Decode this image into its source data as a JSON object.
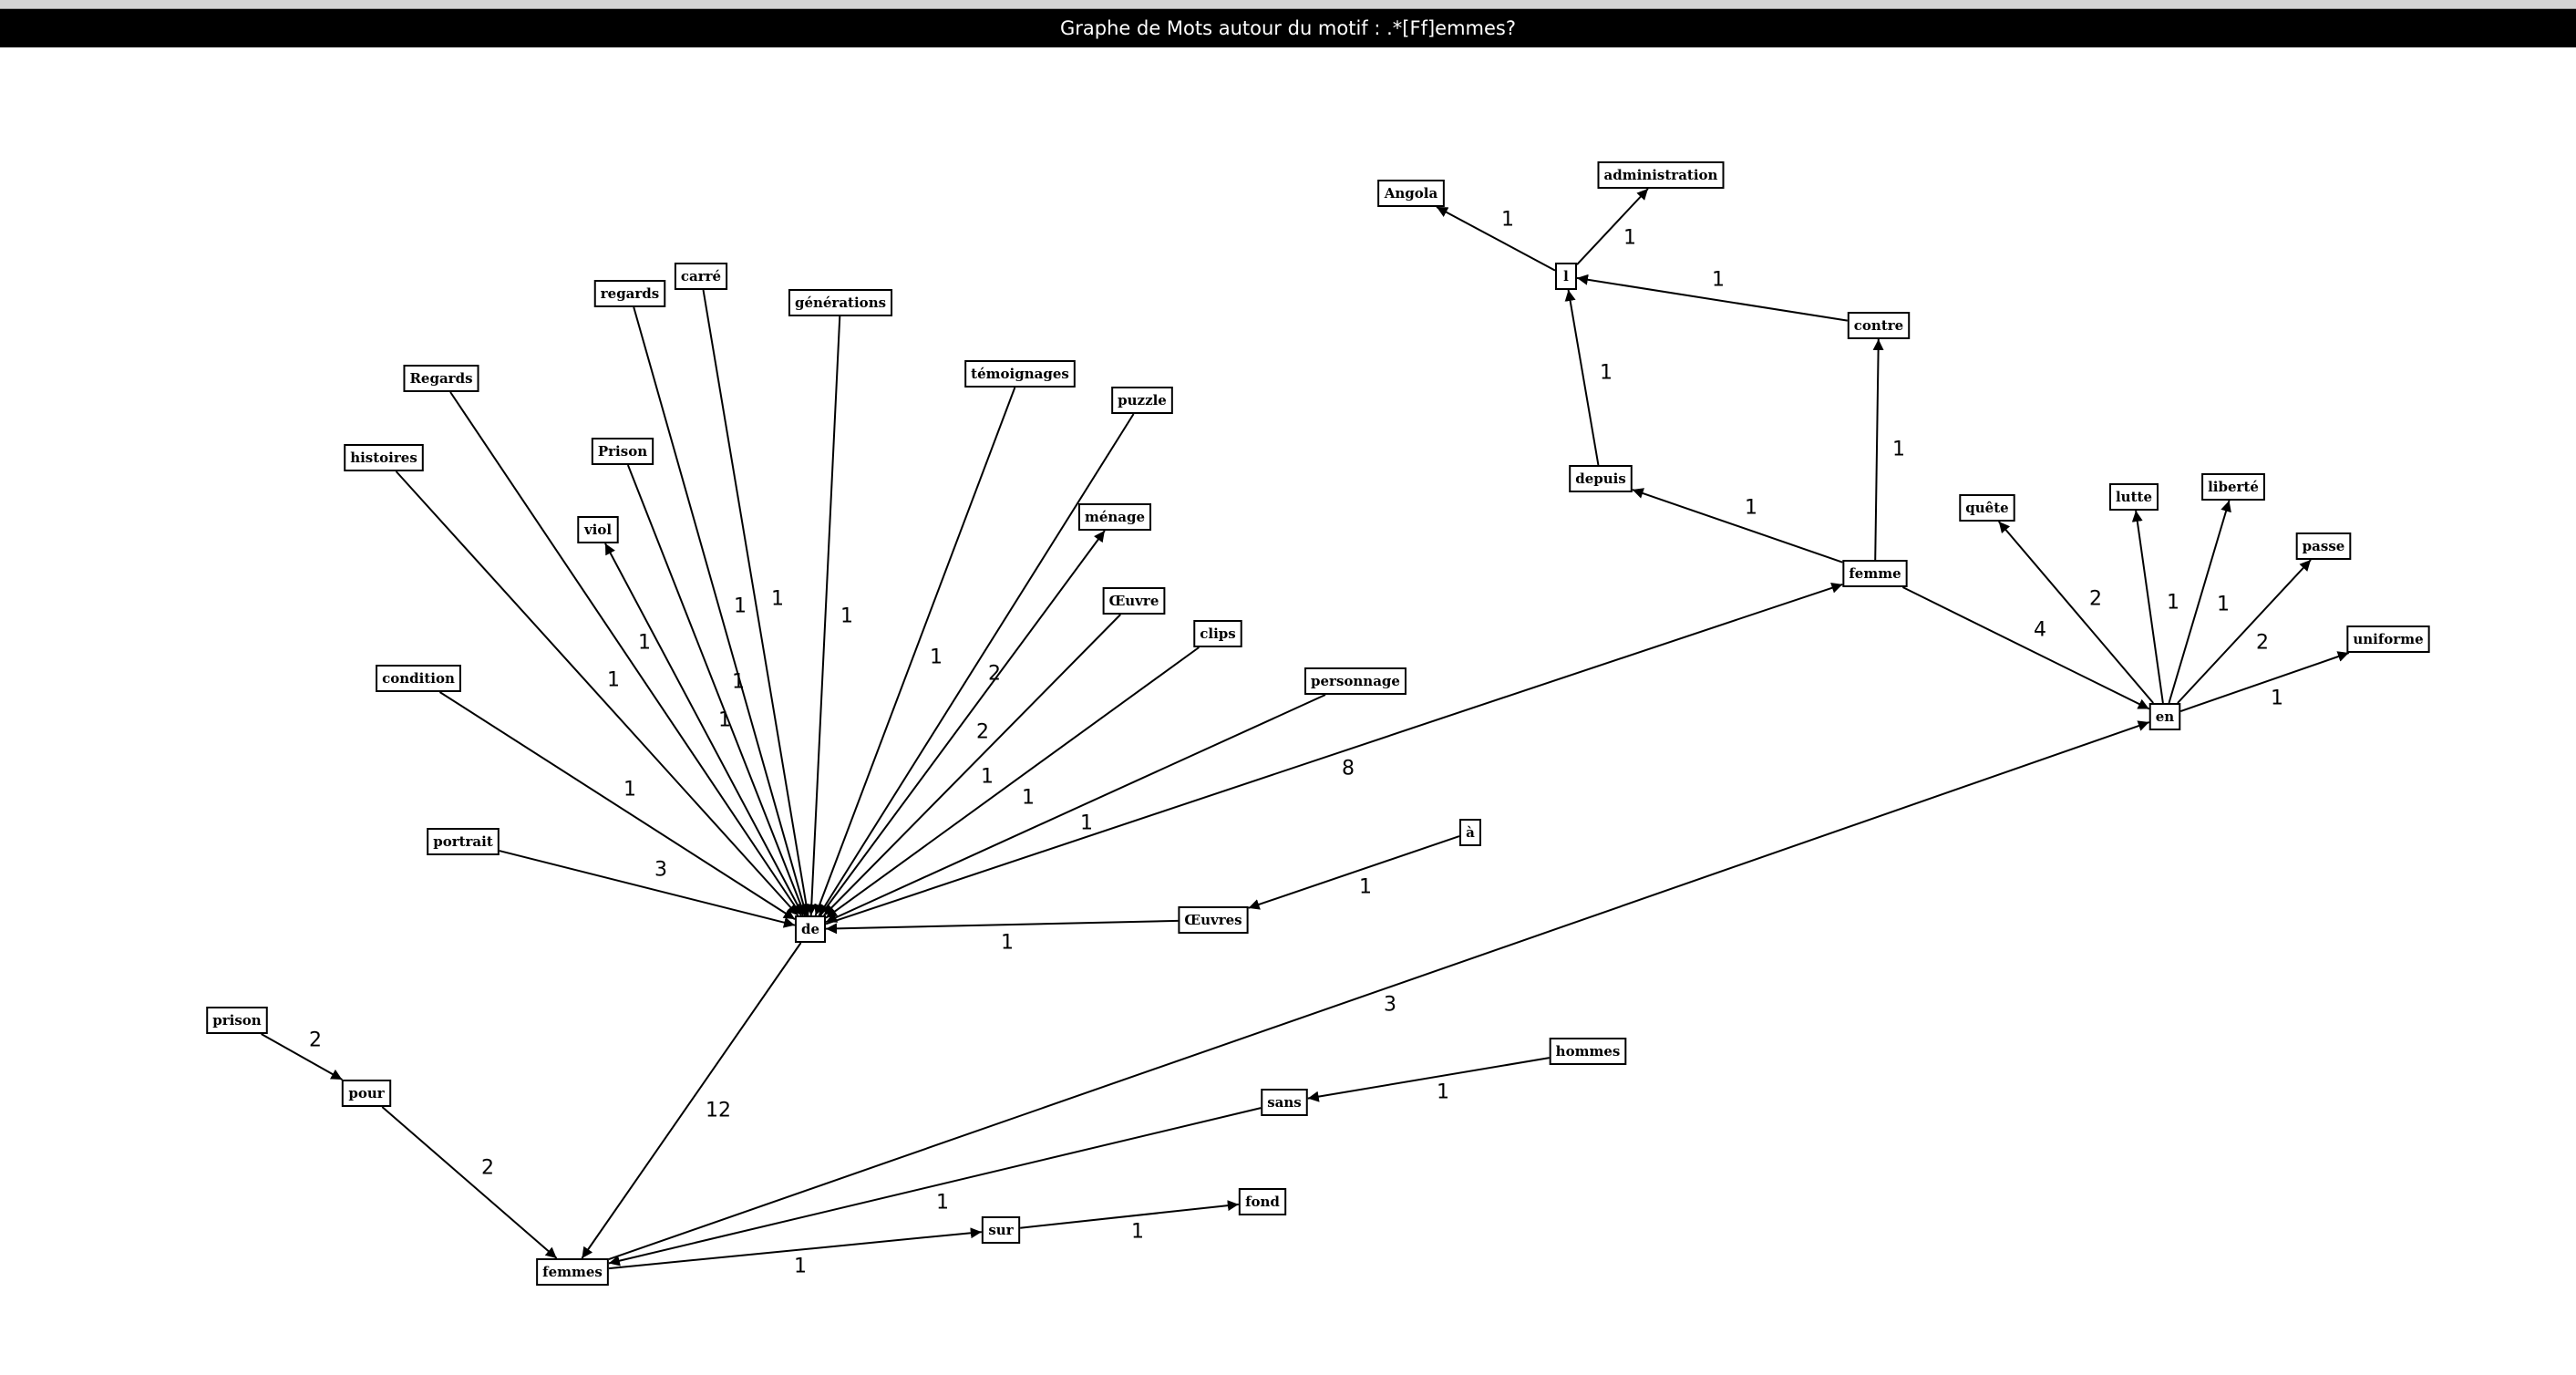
{
  "window": {
    "title": "Graphe de Mots autour du motif : .*[Ff]emmes?"
  },
  "graph": {
    "nodes": [
      {
        "id": "de",
        "label": "de"
      },
      {
        "id": "femmes",
        "label": "femmes"
      },
      {
        "id": "femme",
        "label": "femme"
      },
      {
        "id": "en",
        "label": "en"
      },
      {
        "id": "l",
        "label": "l"
      },
      {
        "id": "Angola",
        "label": "Angola"
      },
      {
        "id": "administration",
        "label": "administration"
      },
      {
        "id": "contre",
        "label": "contre"
      },
      {
        "id": "depuis",
        "label": "depuis"
      },
      {
        "id": "quete",
        "label": "quête"
      },
      {
        "id": "lutte",
        "label": "lutte"
      },
      {
        "id": "liberte",
        "label": "liberté"
      },
      {
        "id": "passe",
        "label": "passe"
      },
      {
        "id": "uniforme",
        "label": "uniforme"
      },
      {
        "id": "carre",
        "label": "carré"
      },
      {
        "id": "regards",
        "label": "regards"
      },
      {
        "id": "generations",
        "label": "générations"
      },
      {
        "id": "Regards",
        "label": "Regards"
      },
      {
        "id": "temoignages",
        "label": "témoignages"
      },
      {
        "id": "puzzle",
        "label": "puzzle"
      },
      {
        "id": "histoires",
        "label": "histoires"
      },
      {
        "id": "Prison",
        "label": "Prison"
      },
      {
        "id": "viol",
        "label": "viol"
      },
      {
        "id": "menage",
        "label": "ménage"
      },
      {
        "id": "Oeuvre",
        "label": "Œuvre"
      },
      {
        "id": "clips",
        "label": "clips"
      },
      {
        "id": "condition",
        "label": "condition"
      },
      {
        "id": "personnage",
        "label": "personnage"
      },
      {
        "id": "portrait",
        "label": "portrait"
      },
      {
        "id": "a",
        "label": "à"
      },
      {
        "id": "Oeuvres",
        "label": "Œuvres"
      },
      {
        "id": "prison",
        "label": "prison"
      },
      {
        "id": "pour",
        "label": "pour"
      },
      {
        "id": "hommes",
        "label": "hommes"
      },
      {
        "id": "sans",
        "label": "sans"
      },
      {
        "id": "sur",
        "label": "sur"
      },
      {
        "id": "fond",
        "label": "fond"
      }
    ],
    "edges": [
      {
        "from": "carre",
        "to": "de",
        "weight": "1"
      },
      {
        "from": "regards",
        "to": "de",
        "weight": "1"
      },
      {
        "from": "generations",
        "to": "de",
        "weight": "1"
      },
      {
        "from": "Regards",
        "to": "de",
        "weight": "1"
      },
      {
        "from": "temoignages",
        "to": "de",
        "weight": "1"
      },
      {
        "from": "puzzle",
        "to": "de",
        "weight": "2"
      },
      {
        "from": "histoires",
        "to": "de",
        "weight": "1"
      },
      {
        "from": "Prison",
        "to": "de",
        "weight": "1"
      },
      {
        "from": "de",
        "to": "viol",
        "weight": "1"
      },
      {
        "from": "de",
        "to": "menage",
        "weight": "2"
      },
      {
        "from": "Oeuvre",
        "to": "de",
        "weight": "1"
      },
      {
        "from": "clips",
        "to": "de",
        "weight": "1"
      },
      {
        "from": "condition",
        "to": "de",
        "weight": "1"
      },
      {
        "from": "personnage",
        "to": "de",
        "weight": "1"
      },
      {
        "from": "portrait",
        "to": "de",
        "weight": "3"
      },
      {
        "from": "Oeuvres",
        "to": "de",
        "weight": "1"
      },
      {
        "from": "de",
        "to": "femme",
        "weight": "8"
      },
      {
        "from": "de",
        "to": "femmes",
        "weight": "12"
      },
      {
        "from": "a",
        "to": "Oeuvres",
        "weight": "1"
      },
      {
        "from": "femme",
        "to": "depuis",
        "weight": "1"
      },
      {
        "from": "femme",
        "to": "contre",
        "weight": "1"
      },
      {
        "from": "femme",
        "to": "en",
        "weight": "4"
      },
      {
        "from": "depuis",
        "to": "l",
        "weight": "1"
      },
      {
        "from": "contre",
        "to": "l",
        "weight": "1"
      },
      {
        "from": "l",
        "to": "Angola",
        "weight": "1"
      },
      {
        "from": "l",
        "to": "administration",
        "weight": "1"
      },
      {
        "from": "en",
        "to": "quete",
        "weight": "2"
      },
      {
        "from": "en",
        "to": "lutte",
        "weight": "1"
      },
      {
        "from": "en",
        "to": "liberte",
        "weight": "1"
      },
      {
        "from": "en",
        "to": "passe",
        "weight": "2"
      },
      {
        "from": "en",
        "to": "uniforme",
        "weight": "1"
      },
      {
        "from": "femmes",
        "to": "en",
        "weight": "3"
      },
      {
        "from": "prison",
        "to": "pour",
        "weight": "2"
      },
      {
        "from": "pour",
        "to": "femmes",
        "weight": "2"
      },
      {
        "from": "hommes",
        "to": "sans",
        "weight": "1"
      },
      {
        "from": "sans",
        "to": "femmes",
        "weight": "1"
      },
      {
        "from": "femmes",
        "to": "sur",
        "weight": "1"
      },
      {
        "from": "sur",
        "to": "fond",
        "weight": "1"
      }
    ]
  }
}
